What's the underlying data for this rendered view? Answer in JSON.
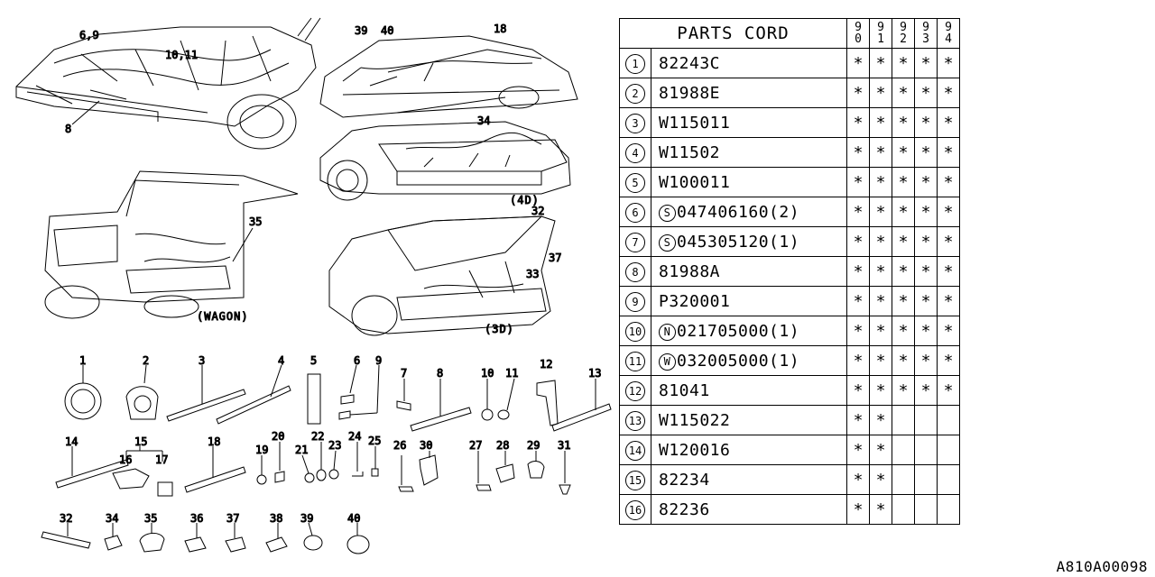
{
  "table": {
    "header": {
      "title": "PARTS CORD",
      "years": [
        "90",
        "91",
        "92",
        "93",
        "94"
      ]
    },
    "rows": [
      {
        "num": "1",
        "symbol": "",
        "code": "82243C",
        "marks": [
          "*",
          "*",
          "*",
          "*",
          "*"
        ]
      },
      {
        "num": "2",
        "symbol": "",
        "code": "81988E",
        "marks": [
          "*",
          "*",
          "*",
          "*",
          "*"
        ]
      },
      {
        "num": "3",
        "symbol": "",
        "code": "W115011",
        "marks": [
          "*",
          "*",
          "*",
          "*",
          "*"
        ]
      },
      {
        "num": "4",
        "symbol": "",
        "code": "W11502",
        "marks": [
          "*",
          "*",
          "*",
          "*",
          "*"
        ]
      },
      {
        "num": "5",
        "symbol": "",
        "code": "W100011",
        "marks": [
          "*",
          "*",
          "*",
          "*",
          "*"
        ]
      },
      {
        "num": "6",
        "symbol": "S",
        "code": "047406160(2)",
        "marks": [
          "*",
          "*",
          "*",
          "*",
          "*"
        ]
      },
      {
        "num": "7",
        "symbol": "S",
        "code": "045305120(1)",
        "marks": [
          "*",
          "*",
          "*",
          "*",
          "*"
        ]
      },
      {
        "num": "8",
        "symbol": "",
        "code": "81988A",
        "marks": [
          "*",
          "*",
          "*",
          "*",
          "*"
        ]
      },
      {
        "num": "9",
        "symbol": "",
        "code": "P320001",
        "marks": [
          "*",
          "*",
          "*",
          "*",
          "*"
        ]
      },
      {
        "num": "10",
        "symbol": "N",
        "code": "021705000(1)",
        "marks": [
          "*",
          "*",
          "*",
          "*",
          "*"
        ]
      },
      {
        "num": "11",
        "symbol": "W",
        "code": "032005000(1)",
        "marks": [
          "*",
          "*",
          "*",
          "*",
          "*"
        ]
      },
      {
        "num": "12",
        "symbol": "",
        "code": "81041",
        "marks": [
          "*",
          "*",
          "*",
          "*",
          "*"
        ]
      },
      {
        "num": "13",
        "symbol": "",
        "code": "W115022",
        "marks": [
          "*",
          "*",
          "",
          "",
          ""
        ]
      },
      {
        "num": "14",
        "symbol": "",
        "code": "W120016",
        "marks": [
          "*",
          "*",
          "",
          "",
          ""
        ]
      },
      {
        "num": "15",
        "symbol": "",
        "code": "82234",
        "marks": [
          "*",
          "*",
          "",
          "",
          ""
        ]
      },
      {
        "num": "16",
        "symbol": "",
        "code": "82236",
        "marks": [
          "*",
          "*",
          "",
          "",
          ""
        ]
      }
    ]
  },
  "diagram": {
    "car_captions": {
      "wagon": "(WAGON)",
      "sedan_4d": "(4D)",
      "hatch_3d": "(3D)"
    },
    "callouts": {
      "front_a": "6,9",
      "front_b": "10,11",
      "front_c": "8",
      "side_a": "39",
      "side_b": "40",
      "side_c": "18",
      "sedan_a": "34",
      "wagon_a": "35",
      "hatch_a": "32",
      "hatch_b": "37",
      "hatch_c": "33"
    },
    "part_numbers": [
      "1",
      "2",
      "3",
      "4",
      "5",
      "6",
      "9",
      "7",
      "8",
      "10",
      "11",
      "12",
      "13",
      "14",
      "15",
      "16",
      "17",
      "18",
      "19",
      "20",
      "21",
      "22",
      "23",
      "24",
      "25",
      "26",
      "30",
      "27",
      "28",
      "29",
      "31",
      "32",
      "34",
      "35",
      "36",
      "37",
      "38",
      "39",
      "40"
    ]
  },
  "doc_id": "A810A00098"
}
